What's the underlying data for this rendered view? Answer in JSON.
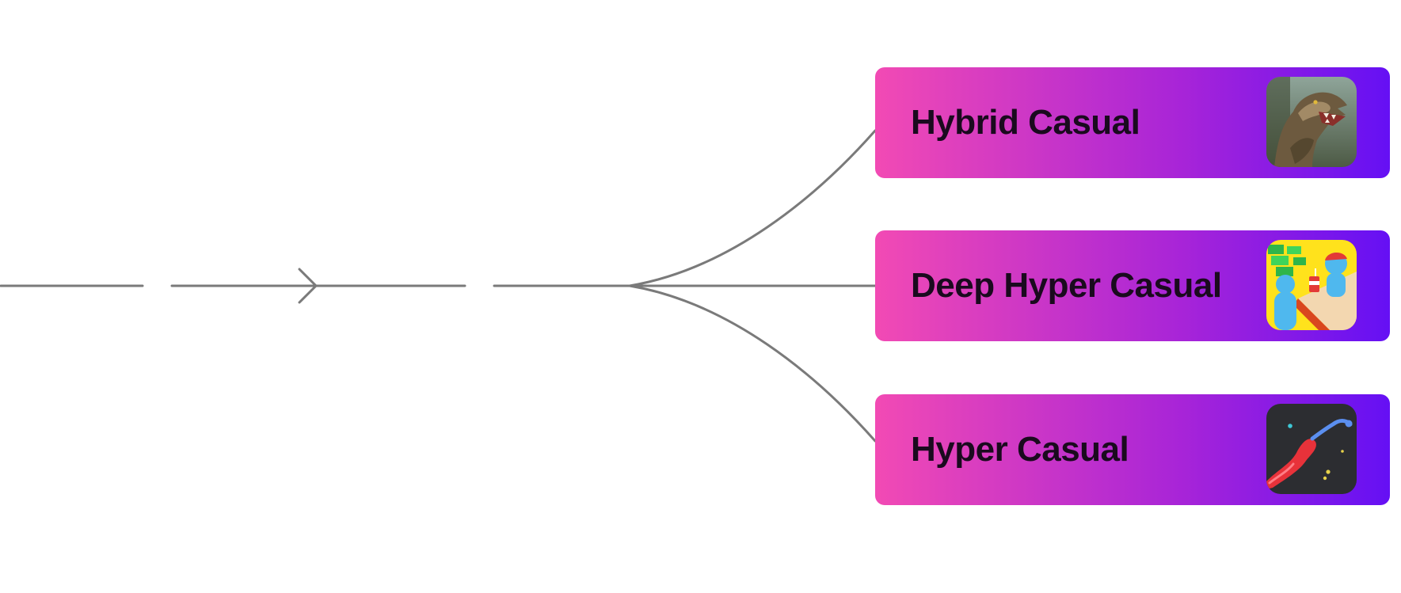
{
  "colors": {
    "connector": "#7a7a7a",
    "gradient_start": "#f24ab4",
    "gradient_mid": "#a724d8",
    "gradient_end": "#6510f4",
    "label_text": "#1a0a1e"
  },
  "categories": [
    {
      "label": "Hybrid Casual",
      "icon": "dinosaur-game-icon"
    },
    {
      "label": "Deep Hyper Casual",
      "icon": "restaurant-game-icon"
    },
    {
      "label": "Hyper Casual",
      "icon": "snake-game-icon"
    }
  ]
}
